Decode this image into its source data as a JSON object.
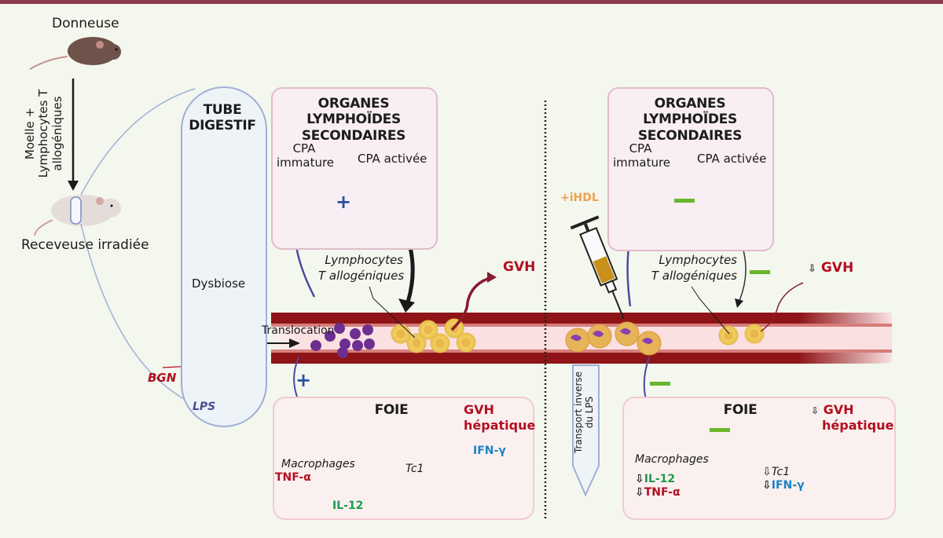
{
  "figure": {
    "left_panel": {
      "donor_label": "Donneuse",
      "transfer_label_line1": "Moelle +",
      "transfer_label_line2": "Lymphocytes T",
      "transfer_label_line3": "allogéniques",
      "recipient_label": "Receveuse irradiée",
      "gut": {
        "title_line1": "TUBE",
        "title_line2": "DIGESTIF",
        "dysbiosis": "Dysbiose",
        "bgn": "BGN",
        "lps": "LPS",
        "translocation": "Translocation"
      },
      "lymphoid": {
        "title_line1": "ORGANES LYMPHOÏDES",
        "title_line2": "SECONDAIRES",
        "apc_immature_line1": "CPA",
        "apc_immature_line2": "immature",
        "apc_activated": "CPA activée",
        "effect_sign": "+"
      },
      "t_cells_line1": "Lymphocytes",
      "t_cells_line2": "T allogéniques",
      "gvh": "GVH",
      "liver_sign": "+",
      "liver": {
        "title": "FOIE",
        "macrophages": "Macrophages",
        "tnf": "TNF-α",
        "il12": "IL-12",
        "tc1": "Tc1",
        "ifn": "IFN-γ",
        "gvh_line1": "GVH",
        "gvh_line2": "hépatique"
      }
    },
    "right_panel": {
      "treatment": "+iHDL",
      "lymphoid": {
        "title_line1": "ORGANES LYMPHOÏDES",
        "title_line2": "SECONDAIRES",
        "apc_immature_line1": "CPA",
        "apc_immature_line2": "immature",
        "apc_activated": "CPA activée"
      },
      "t_cells_line1": "Lymphocytes",
      "t_cells_line2": "T allogéniques",
      "gvh": "GVH",
      "reverse_transport_line1": "Transport inverse",
      "reverse_transport_line2": "du LPS",
      "liver": {
        "title": "FOIE",
        "macrophages": "Macrophages",
        "il12": "IL-12",
        "tnf": "TNF-α",
        "tc1": "Tc1",
        "ifn": "IFN-γ",
        "gvh_line1": "GVH",
        "gvh_line2": "hépatique"
      },
      "decrease_symbol": "⇩"
    },
    "colors": {
      "frame": "#8f3a4a",
      "vessel_wall": "#8e1417",
      "vessel_lumen": "#fbe0e2",
      "gvh_red": "#b30f1f",
      "il12_green": "#1e9b4b",
      "ifn_blue": "#1b82c4",
      "ihdl_orange": "#f0a04b",
      "minus_green": "#6ab52e",
      "plus_blue": "#2b4fa0",
      "lps_purple": "#6c2f90"
    }
  }
}
